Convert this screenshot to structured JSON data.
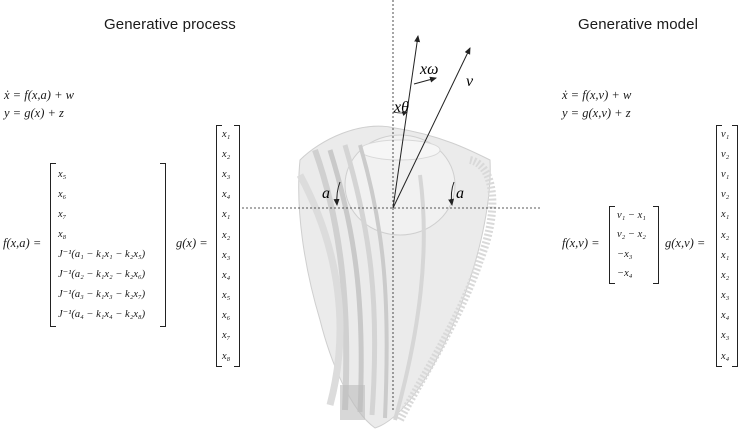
{
  "left": {
    "heading": "Generative process",
    "eq1": "ẋ = f(x,a) + w",
    "eq2": "y = g(x) + z",
    "f_lhs": "f(x,a) =",
    "f_entries": [
      "x₅",
      "x₆",
      "x₇",
      "x₈",
      "J⁻¹(a₁ − k₁x₁ − k₂x₅)",
      "J⁻¹(a₂ − k₁x₂ − k₂x₆)",
      "J⁻¹(a₃ − k₁x₃ − k₂x₇)",
      "J⁻¹(a₄ − k₁x₄ − k₂x₈)"
    ],
    "g_lhs": "g(x) =",
    "g_entries": [
      "x₁",
      "x₂",
      "x₃",
      "x₄",
      "x₁",
      "x₂",
      "x₃",
      "x₄",
      "x₅",
      "x₆",
      "x₇",
      "x₈"
    ]
  },
  "right": {
    "heading": "Generative model",
    "eq1": "ẋ = f(x,v) + w",
    "eq2": "y = g(x,v) + z",
    "f_lhs": "f(x,v) =",
    "f_entries": [
      "v₁ − x₁",
      "v₂ − x₂",
      "−x₃",
      "−x₄"
    ],
    "g_lhs": "g(x,v) =",
    "g_entries": [
      "v₁",
      "v₂",
      "v₁",
      "v₂",
      "x₁",
      "x₂",
      "x₁",
      "x₂",
      "x₃",
      "x₄",
      "x₃",
      "x₄"
    ]
  },
  "figure": {
    "labels": {
      "x_omega": "xω",
      "x_theta": "xθ",
      "v": "v",
      "a_left": "a",
      "a_right": "a"
    },
    "colors": {
      "line": "#222222",
      "eye_fill": "#e6e6e6",
      "muscle": "#d2d2d2"
    }
  }
}
